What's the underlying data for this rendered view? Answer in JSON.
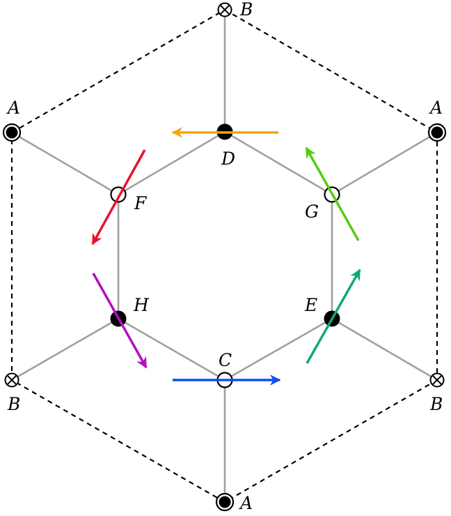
{
  "sites": {
    "A": "A",
    "B": "B",
    "C": "C",
    "D": "D",
    "E": "E",
    "F": "F",
    "G": "G",
    "H": "H"
  },
  "site_markers": {
    "A": "filled-circle-in-ring",
    "B": "circled-cross",
    "C": "open-circle",
    "D": "filled-circle",
    "E": "filled-circle",
    "F": "open-circle",
    "G": "open-circle",
    "H": "filled-circle"
  },
  "arrows": [
    {
      "site": "D",
      "color": "#f5a60a"
    },
    {
      "site": "F",
      "color": "#e8112d"
    },
    {
      "site": "H",
      "color": "#b50fbf"
    },
    {
      "site": "C",
      "color": "#0d4ff0"
    },
    {
      "site": "E",
      "color": "#0ea87a"
    },
    {
      "site": "G",
      "color": "#55cc10"
    }
  ],
  "colors": {
    "bond": "#a0a0a0",
    "cell_boundary": "#000000"
  }
}
